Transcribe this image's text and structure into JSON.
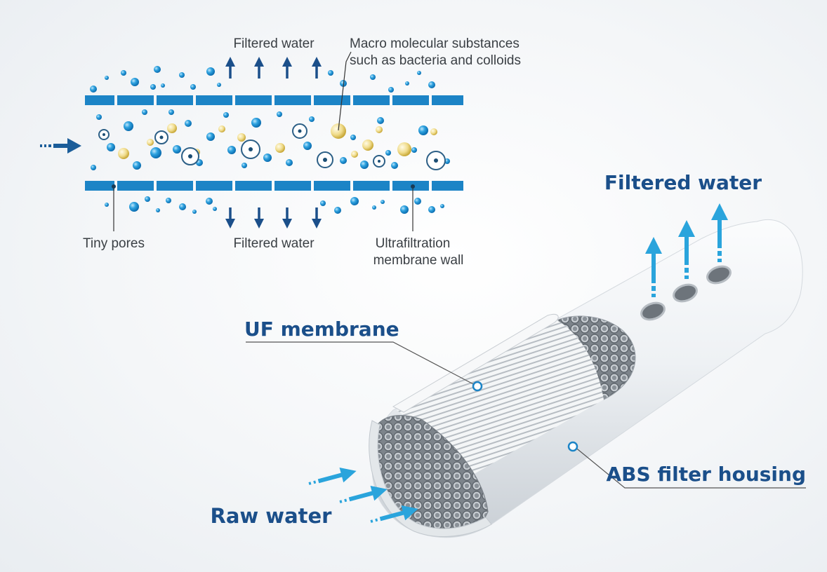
{
  "membrane_diagram": {
    "top_label": "Filtered water",
    "bottom_label": "Filtered water",
    "substances_label_line1": "Macro molecular substances",
    "substances_label_line2": "such as bacteria and colloids",
    "pores_label": "Tiny pores",
    "wall_label_line1": "Ultrafiltration",
    "wall_label_line2": "membrane wall"
  },
  "filter_diagram": {
    "filtered_water_label": "Filtered water",
    "uf_membrane_label": "UF membrane",
    "housing_label": "ABS filter housing",
    "raw_water_label": "Raw water"
  },
  "colors": {
    "accent_blue": "#1c84c6",
    "label_navy": "#1b4f8a",
    "arrow_cyan": "#2aa4dc",
    "particle_yellow": "#e8d88a"
  }
}
